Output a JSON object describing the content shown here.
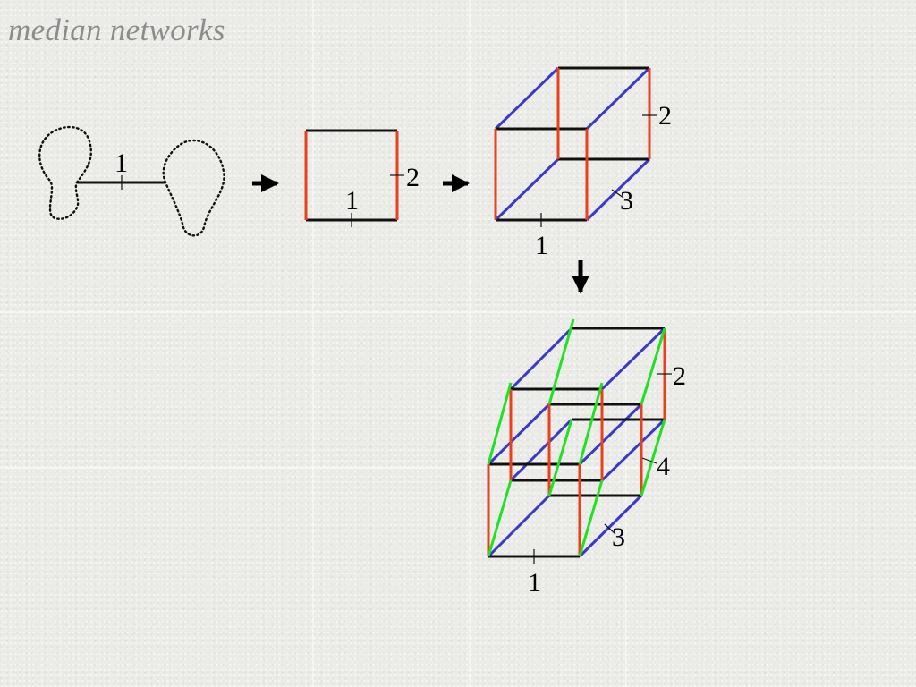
{
  "title": "median networks",
  "colors": {
    "split_1": "#111111",
    "split_2": "#e8411e",
    "split_3": "#3a3ac8",
    "split_4": "#22e022",
    "title": "#8c8c8c"
  },
  "labels": {
    "tree_edge": "1",
    "square_split_1": "1",
    "square_split_2": "2",
    "cube_split_1": "1",
    "cube_split_2": "2",
    "cube_split_3": "3",
    "hypercube_split_1": "1",
    "hypercube_split_2": "2",
    "hypercube_split_3": "3",
    "hypercube_split_4": "4"
  },
  "icons": [
    "arrow-right-icon",
    "arrow-right-icon",
    "arrow-down-icon"
  ]
}
